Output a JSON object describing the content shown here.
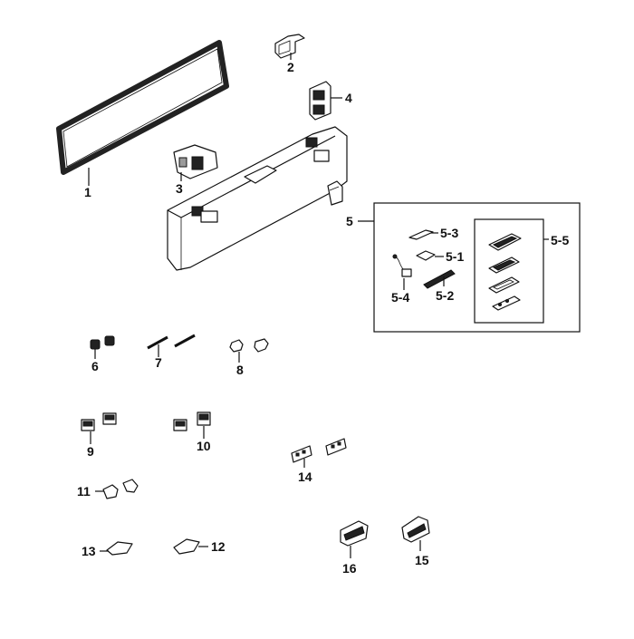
{
  "colors": {
    "ink": "#111111",
    "background": "#ffffff"
  },
  "labels": {
    "p1": "1",
    "p2": "2",
    "p3": "3",
    "p4": "4",
    "p5": "5",
    "p5_1": "5-1",
    "p5_2": "5-2",
    "p5_3": "5-3",
    "p5_4": "5-4",
    "p5_5": "5-5",
    "p6": "6",
    "p7": "7",
    "p8": "8",
    "p9": "9",
    "p10": "10",
    "p11": "11",
    "p12": "12",
    "p13": "13",
    "p14": "14",
    "p15": "15",
    "p16": "16"
  }
}
